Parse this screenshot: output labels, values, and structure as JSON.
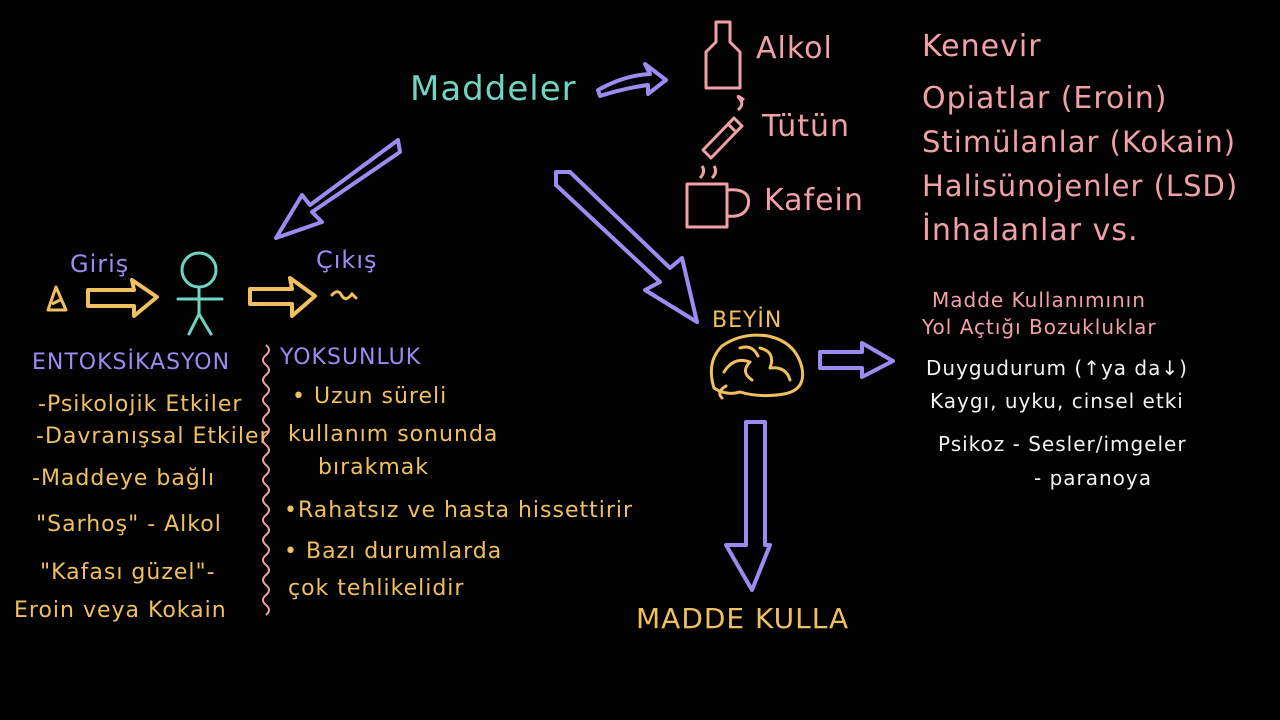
{
  "colors": {
    "background": "#020202",
    "teal": "#6fd4c0",
    "pink": "#f0a0a8",
    "purple": "#9a8cf0",
    "yellow": "#f0c060",
    "white": "#f2f2f2"
  },
  "center": {
    "title": "Maddeler"
  },
  "legal": {
    "items": [
      "Alkol",
      "Tütün",
      "Kafein"
    ]
  },
  "illegal": {
    "items": [
      "Kenevir",
      "Opiatlar (Eroin)",
      "Stimülanlar (Kokain)",
      "Halisünojenler (LSD)",
      "İnhalanlar vs."
    ]
  },
  "flow": {
    "input": "Giriş",
    "output": "Çıkış"
  },
  "intoxication": {
    "heading": "ENTOKSİKASYON",
    "lines": [
      "-Psikolojik Etkiler",
      "-Davranışsal Etkiler",
      "-Maddeye bağlı",
      "\"Sarhoş\" - Alkol",
      "\"Kafası güzel\"-",
      "Eroin veya Kokain"
    ]
  },
  "withdrawal": {
    "heading": "YOKSUNLUK",
    "lines": [
      "• Uzun süreli",
      "kullanım sonunda",
      "bırakmak",
      "•Rahatsız ve hasta hissettirir",
      "• Bazı durumlarda",
      "çok tehlikelidir"
    ]
  },
  "brain": {
    "label": "BEYİN"
  },
  "disorders": {
    "heading_line1": "Madde Kullanımının",
    "heading_line2": "Yol Açtığı Bozukluklar",
    "lines": [
      "Duygudurum (↑ya da↓)",
      "Kaygı, uyku, cinsel etki",
      "Psikoz - Sesler/imgeler",
      "- paranoya"
    ]
  },
  "bottom": {
    "label": "MADDE KULLA"
  },
  "icons": [
    "bottle-icon",
    "cigarette-icon",
    "coffee-cup-icon",
    "stick-figure-icon",
    "brain-icon",
    "input-triangle-icon",
    "output-scribble-icon"
  ]
}
